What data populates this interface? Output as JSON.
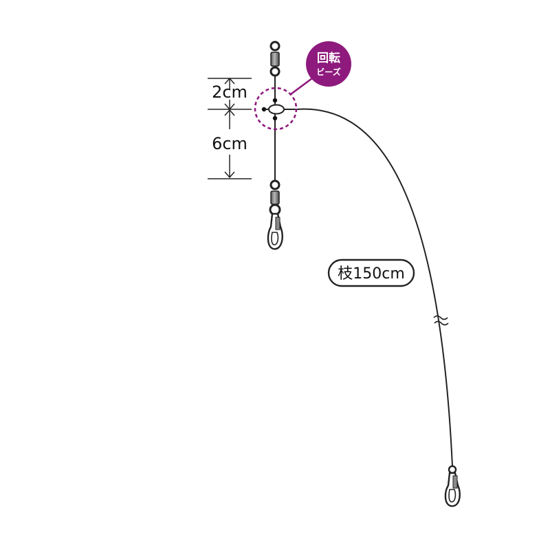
{
  "labels": {
    "bead_line1": "回転",
    "bead_line2": "ビーズ",
    "dim_top": "2cm",
    "dim_bottom": "6cm",
    "branch": "枝150cm"
  },
  "colors": {
    "accent": "#8e1a7d",
    "line": "#222222",
    "metal": "#7a7a7a"
  },
  "icons": {
    "swivel": "barrel-swivel-icon",
    "snap": "snap-clip-icon",
    "bead": "rotating-bead-icon"
  }
}
